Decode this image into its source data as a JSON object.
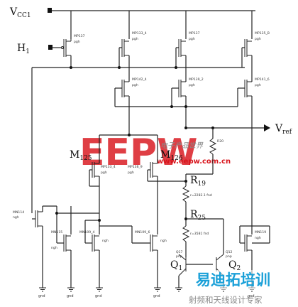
{
  "labels": {
    "vcc": {
      "main": "V",
      "sub": "CC1"
    },
    "h": {
      "main": "H",
      "sub": "1"
    },
    "vref": {
      "main": "V",
      "sub": "ref"
    },
    "m125": {
      "main": "M",
      "sub": "125"
    },
    "m126": {
      "main": "M",
      "sub": "126"
    },
    "r19": {
      "main": "R",
      "sub": "19"
    },
    "r25": {
      "main": "R",
      "sub": "25"
    },
    "q1": {
      "main": "Q",
      "sub": "1"
    },
    "q2": {
      "main": "Q",
      "sub": "2"
    }
  },
  "devices": {
    "mp137_a": "MP137",
    "mp133_4": "MP133_4",
    "mp137_b": "MP137",
    "mp135_b": "MP135_B",
    "mp142_4": "MP142_4",
    "mp139_2": "MP139_2",
    "mp141_6": "MP141_6",
    "mn114": "MN114",
    "mn115": "MN115",
    "mn109_4": "MN109_4",
    "mn109_6": "MN109_6",
    "mn119": "MN119",
    "mp133_4b": "MP133_4",
    "mp136_9": "MP136_9",
    "r20": "R20",
    "r19v": "r=2282.1 fnd",
    "r25v": "r=3581 fnd",
    "q17": "Q17",
    "q12": "Q12",
    "pnp": "pnp",
    "ngh": "ngh",
    "pgh": "pgh",
    "gnd": "gnd"
  },
  "watermark": {
    "brand": "EEPW",
    "url": "www.eepw.com.cn",
    "brand_cn": "电子产品世界",
    "site_cn": "易迪拓培训",
    "slogan_cn": "射频和天线设计专家"
  }
}
